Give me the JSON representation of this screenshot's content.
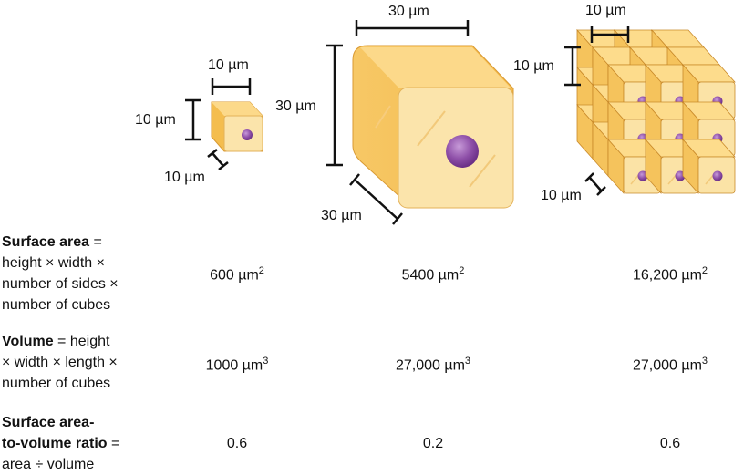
{
  "dimensions": {
    "small_width": "10 µm",
    "small_height": "10 µm",
    "small_depth": "10 µm",
    "large_width": "30 µm",
    "large_height": "30 µm",
    "large_depth": "30 µm",
    "grid_width": "10 µm",
    "grid_height": "10 µm",
    "grid_depth": "10 µm"
  },
  "rows": {
    "surface": {
      "label_bold": "Surface area",
      "label_rest_1": " =",
      "label_line2": "height × width ×",
      "label_line3": "number of sides ×",
      "label_line4": "number of cubes",
      "v1": "600 µm",
      "v1_exp": "2",
      "v2": "5400 µm",
      "v2_exp": "2",
      "v3": "16,200 µm",
      "v3_exp": "2"
    },
    "volume": {
      "label_bold": "Volume",
      "label_rest_1": " = height",
      "label_line2": "× width × length ×",
      "label_line3": "number of cubes",
      "v1": "1000 µm",
      "v1_exp": "3",
      "v2": "27,000 µm",
      "v2_exp": "3",
      "v3": "27,000 µm",
      "v3_exp": "3"
    },
    "ratio": {
      "label_bold_1": "Surface area-",
      "label_bold_2": "to-volume ratio",
      "label_rest_2": " =",
      "label_line3": "area ÷ volume",
      "v1": "0.6",
      "v2": "0.2",
      "v3": "0.6"
    }
  },
  "colors": {
    "cube_front": "#fbe3a6",
    "cube_side": "#f5c35c",
    "cube_top": "#fddc8c",
    "nucleus": "#8e4fa8",
    "outline": "#c98a2a"
  }
}
